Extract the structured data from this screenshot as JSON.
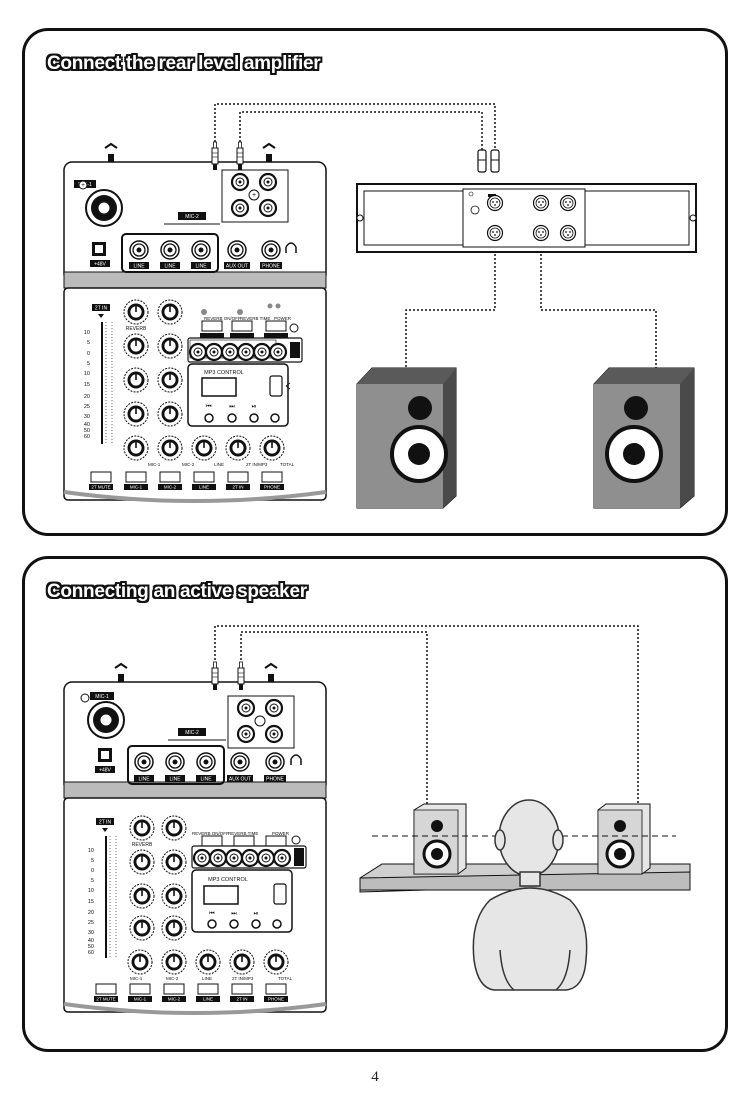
{
  "sections": [
    {
      "heading": "Connect the rear level amplifier"
    },
    {
      "heading": "Connecting an active speaker"
    }
  ],
  "page_number": "4",
  "mixer": {
    "mic1": "MIC-1",
    "mic2": "MIC-2",
    "phantom": "+48V",
    "line_jack_labels": [
      "LINE",
      "LINE",
      "LINE"
    ],
    "aux_out": "AUX OUT",
    "phone": "PHONE",
    "reverb": "REVERB",
    "reverb_onoff": "REVERB ON/OFF",
    "reverb_time": "REVERB TIME",
    "power": "POWER",
    "mp3_control": "MP3 CONTROL",
    "knob_labels": [
      "MIC-1",
      "MIC-2",
      "LINE",
      "2T IN/MP3",
      "TOTAL"
    ],
    "bottom_buttons": [
      "2T MUTE",
      "MIC-1",
      "MIC-2",
      "LINE",
      "2T IN",
      "PHONE"
    ],
    "meter_title": "2T IN",
    "meter_scale": [
      "10",
      "5",
      "0",
      "5",
      "10",
      "15",
      "20",
      "25",
      "30",
      "40",
      "50",
      "60"
    ]
  }
}
